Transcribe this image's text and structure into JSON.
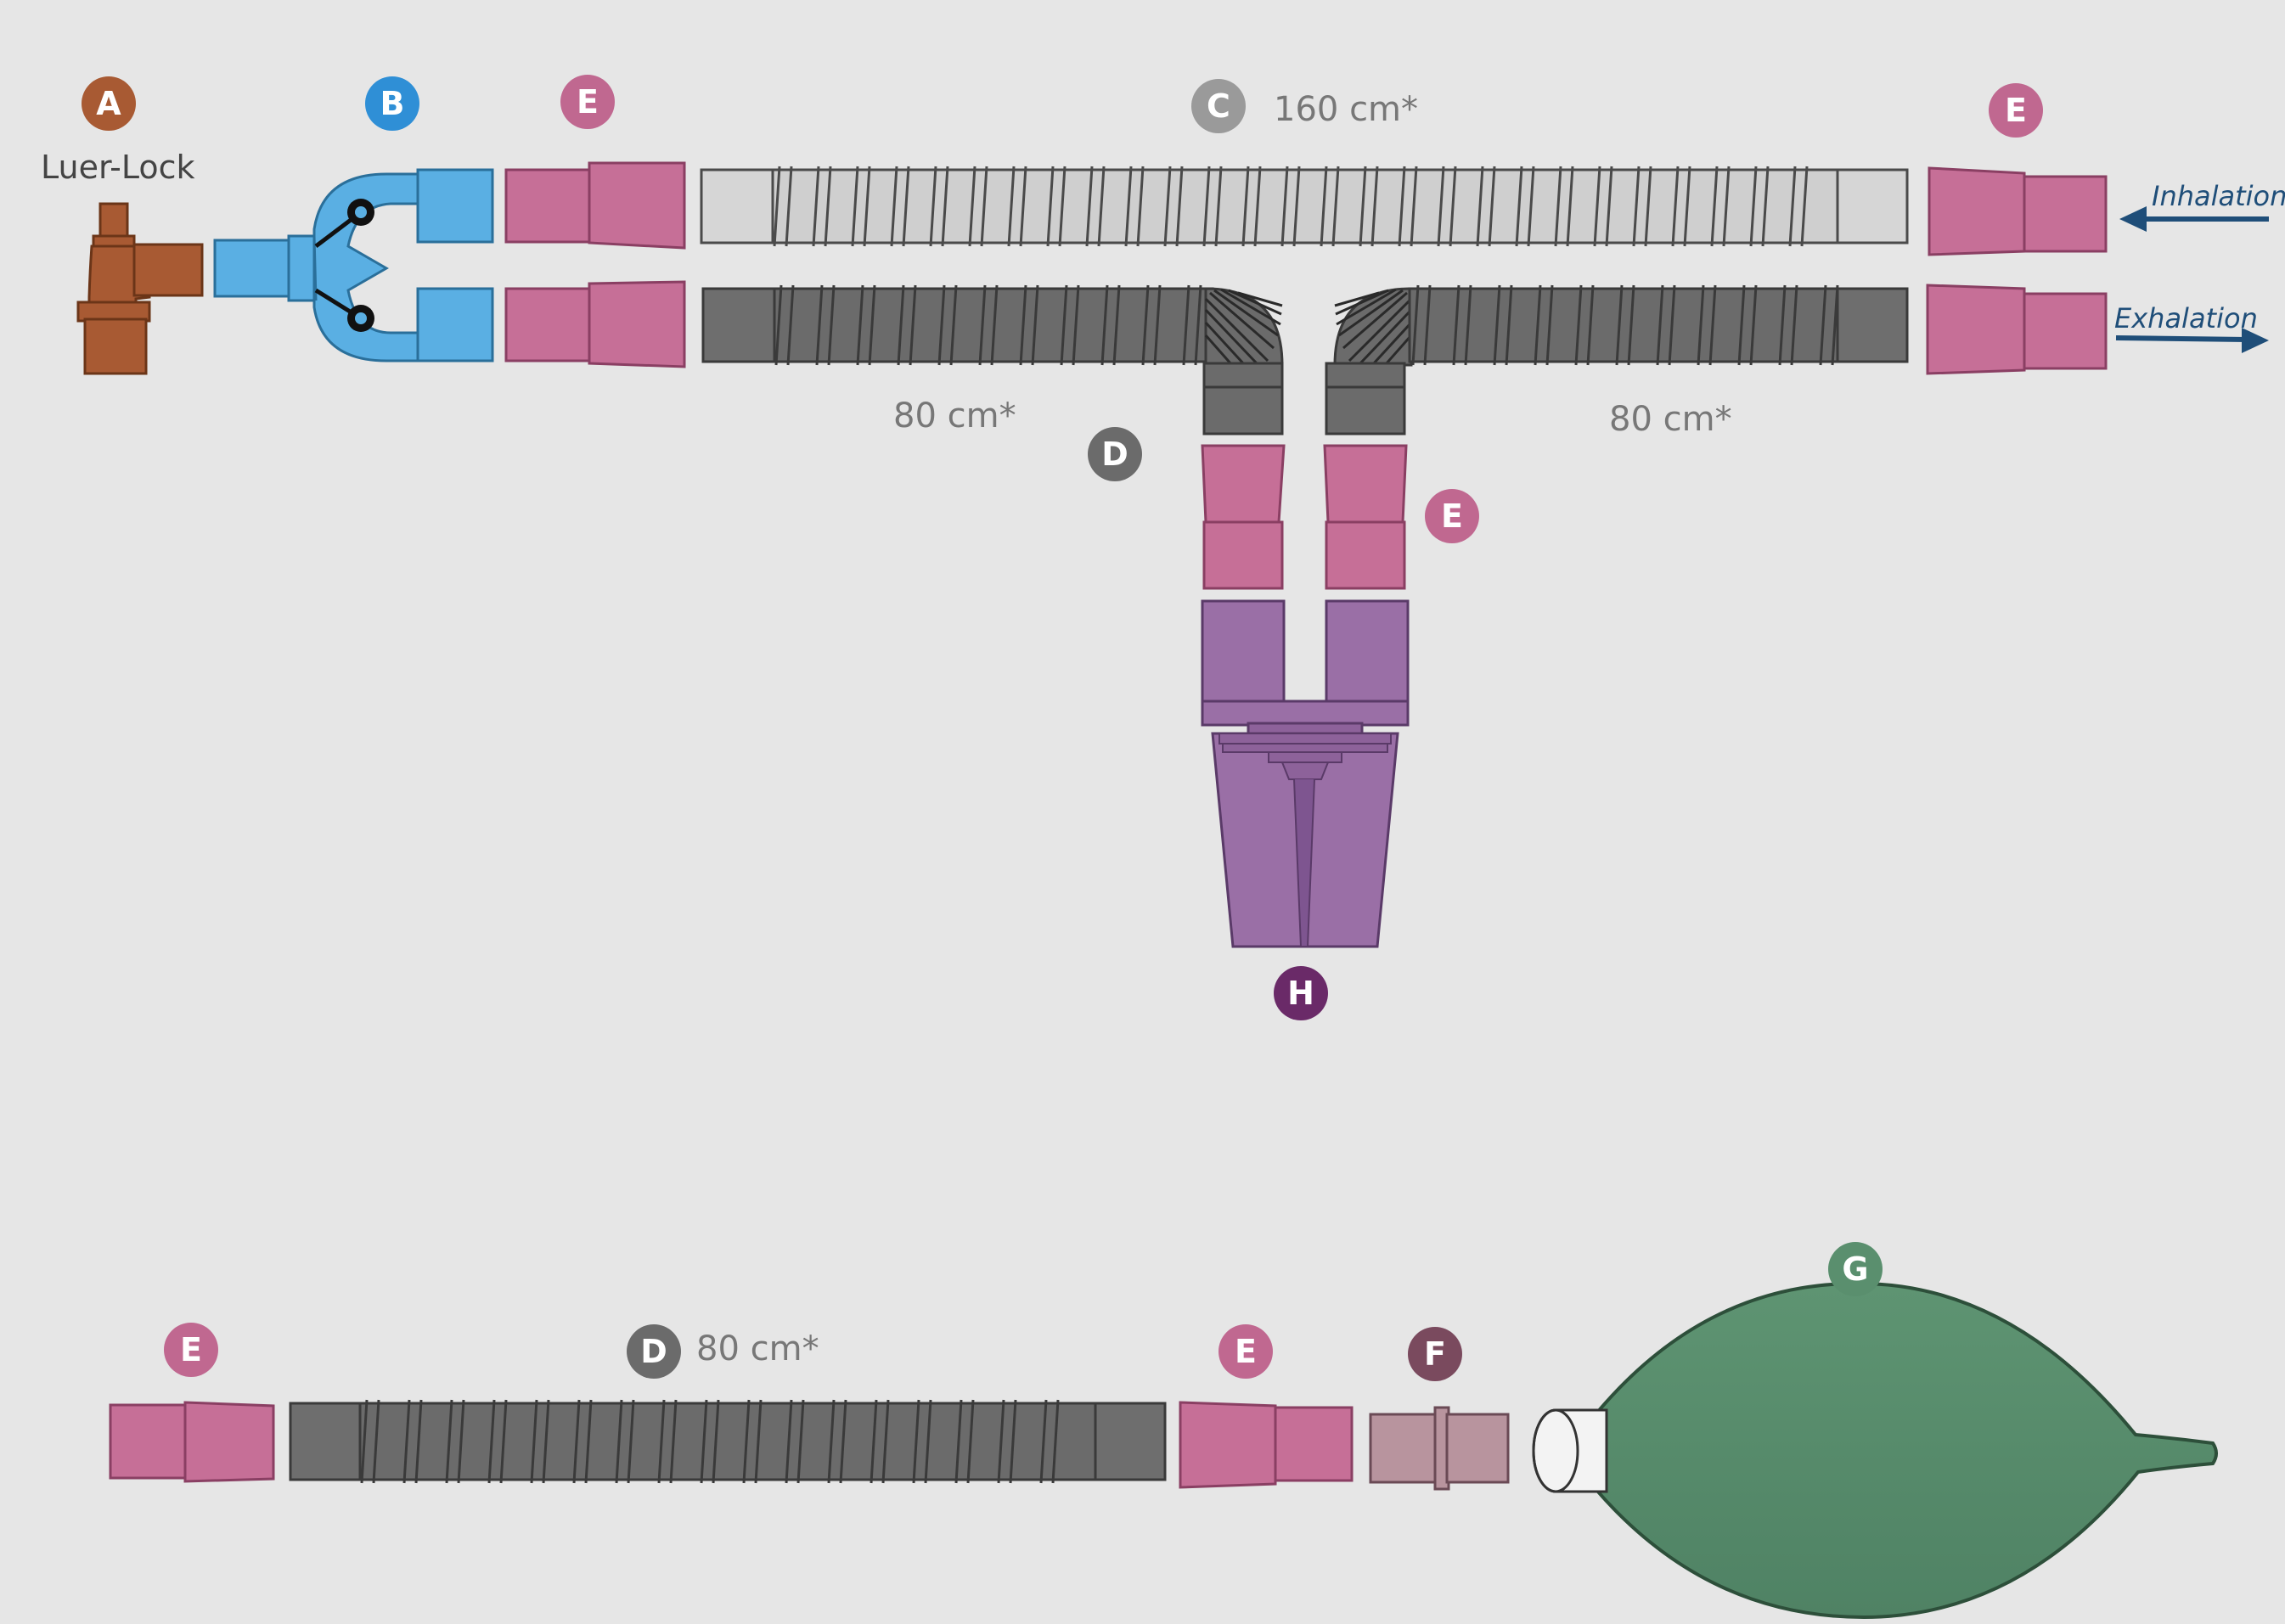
{
  "colors": {
    "background": "#e6e6e6",
    "luer_lock": "#a85a33",
    "y_piece": "#5aafe3",
    "adapter": "#c66f97",
    "tube_light": "#cfcfcf",
    "tube_dark": "#6b6b6b",
    "manifold": "#9a6fa6",
    "valve_f": "#b8949e",
    "bag": "#5a8f6e",
    "arrow": "#1f4e79"
  },
  "badges": {
    "a": {
      "letter": "A",
      "color": "#a85a33"
    },
    "b": {
      "letter": "B",
      "color": "#2f8fd6"
    },
    "c": {
      "letter": "C",
      "color": "#9a9a9a"
    },
    "d_top": {
      "letter": "D",
      "color": "#6b6b6b"
    },
    "d_bottom": {
      "letter": "D",
      "color": "#6b6b6b"
    },
    "e1": {
      "letter": "E",
      "color": "#c06890"
    },
    "e2": {
      "letter": "E",
      "color": "#c06890"
    },
    "e3": {
      "letter": "E",
      "color": "#c06890"
    },
    "e4": {
      "letter": "E",
      "color": "#c06890"
    },
    "e5": {
      "letter": "E",
      "color": "#c06890"
    },
    "f": {
      "letter": "F",
      "color": "#7a4a5e"
    },
    "g": {
      "letter": "G",
      "color": "#5a8f6e"
    },
    "h": {
      "letter": "H",
      "color": "#6a2a68"
    }
  },
  "labels": {
    "luer_lock": "Luer-Lock",
    "c_length": "160 cm*",
    "d_left_length": "80 cm*",
    "d_right_length": "80 cm*",
    "d_bottom_length": "80 cm*",
    "inhalation": "Inhalation",
    "exhalation": "Exhalation"
  },
  "icons": {
    "inhalation_arrow": "arrow-left-icon",
    "exhalation_arrow": "arrow-right-icon"
  }
}
